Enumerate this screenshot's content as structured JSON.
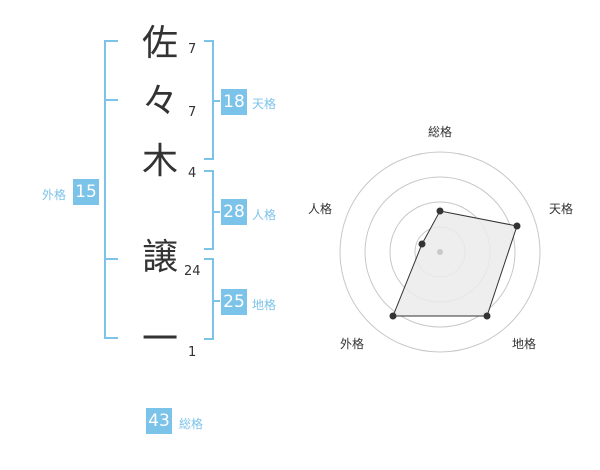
{
  "name": {
    "chars": [
      "佐",
      "々",
      "木",
      "譲",
      "一"
    ],
    "strokes": [
      "7",
      "7",
      "4",
      "24",
      "1"
    ]
  },
  "scores": {
    "tenkaku": {
      "value": "18",
      "label": "天格"
    },
    "jinkaku": {
      "value": "28",
      "label": "人格"
    },
    "chikaku": {
      "value": "25",
      "label": "地格"
    },
    "gaikaku": {
      "value": "15",
      "label": "外格"
    },
    "soukaku": {
      "value": "43",
      "label": "総格"
    }
  },
  "radar": {
    "labels": {
      "top": "総格",
      "right": "天格",
      "bottom_right": "地格",
      "bottom_left": "外格",
      "left": "人格"
    },
    "fill_color": "#ebebeb",
    "ring_color": "#c8c8c8",
    "point_color": "#333333"
  },
  "colors": {
    "accent": "#7cc3ea",
    "text": "#333333"
  }
}
